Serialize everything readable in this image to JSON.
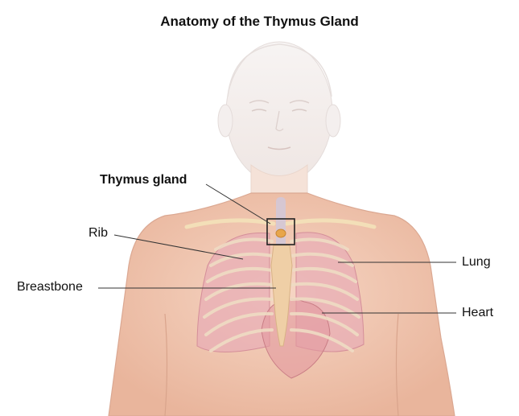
{
  "title": "Anatomy of the Thymus Gland",
  "labels": {
    "thymus": "Thymus gland",
    "rib": "Rib",
    "breastbone": "Breastbone",
    "lung": "Lung",
    "heart": "Heart"
  },
  "colors": {
    "skin": "#f2c9b4",
    "skin_shadow": "#e6b29a",
    "head": "#f3f0ef",
    "lung": "#e9b3b9",
    "rib": "#eed9bf",
    "breastbone": "#efcfa6",
    "heart": "#e7a0a4",
    "thymus": "#e8a64b",
    "trachea": "#c9c4d8",
    "leader_line": "#333333",
    "callout_box": "#222222"
  }
}
